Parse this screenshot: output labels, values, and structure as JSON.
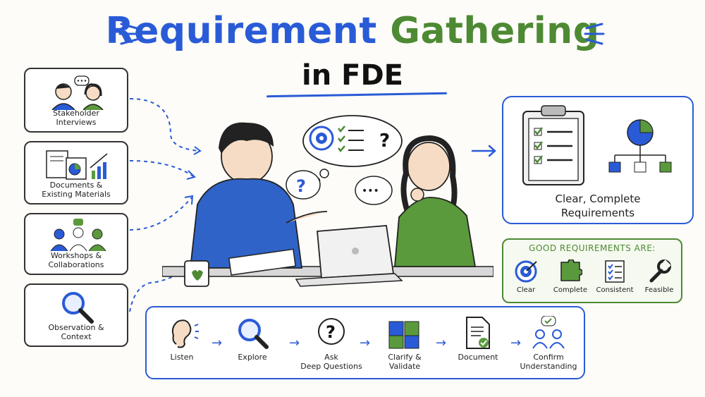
{
  "title": {
    "part1": "Requirement",
    "part2": "Gathering",
    "subtitle": "in FDE"
  },
  "sources": [
    {
      "label": "Stakeholder\nInterviews"
    },
    {
      "label": "Documents &\nExisting Materials"
    },
    {
      "label": "Workshops &\nCollaborations"
    },
    {
      "label": "Observation &\nContext"
    }
  ],
  "output": {
    "label": "Clear, Complete\nRequirements"
  },
  "good": {
    "title": "GOOD REQUIREMENTS ARE:",
    "items": [
      {
        "label": "Clear",
        "icon": "target-icon"
      },
      {
        "label": "Complete",
        "icon": "puzzle-icon"
      },
      {
        "label": "Consistent",
        "icon": "checklist-icon"
      },
      {
        "label": "Feasible",
        "icon": "wrench-icon"
      }
    ]
  },
  "process": [
    {
      "label": "Listen",
      "icon": "ear-icon"
    },
    {
      "label": "Explore",
      "icon": "magnifier-icon"
    },
    {
      "label": "Ask\nDeep Questions",
      "icon": "question-icon"
    },
    {
      "label": "Clarify &\nValidate",
      "icon": "puzzle-icon"
    },
    {
      "label": "Document",
      "icon": "document-icon"
    },
    {
      "label": "Confirm\nUnderstanding",
      "icon": "confirm-icon"
    }
  ],
  "bubbles": {
    "question": "?",
    "ellipsis": "•••"
  },
  "colors": {
    "blue": "#2a5bd7",
    "green": "#4e8a34",
    "ink": "#222222"
  }
}
